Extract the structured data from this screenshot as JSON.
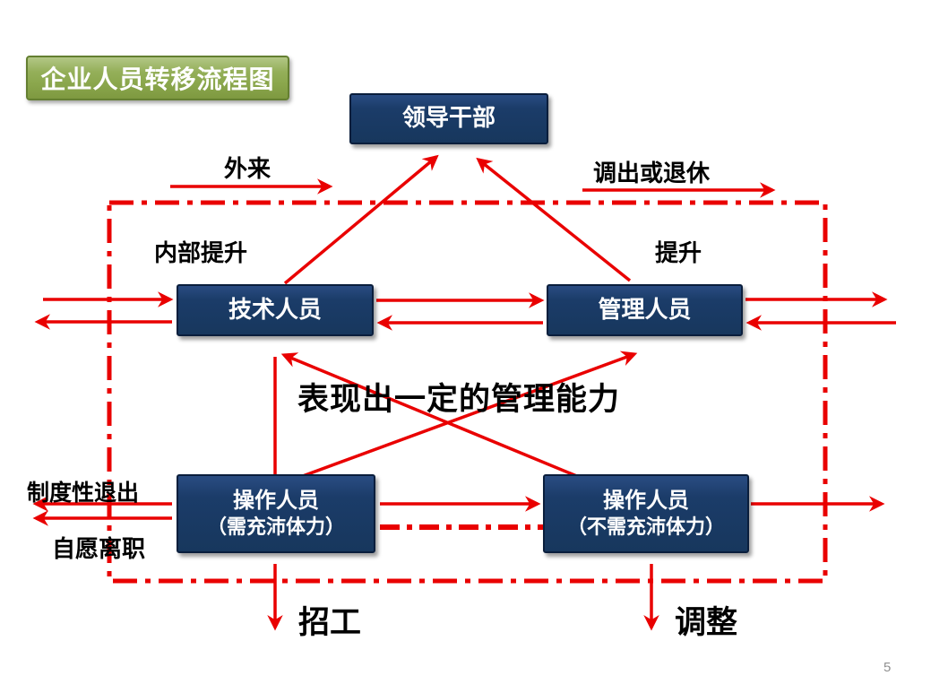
{
  "slide": {
    "page_number": "5"
  },
  "header": {
    "title": "企业人员转移流程图"
  },
  "nodes": {
    "leader": {
      "label": "领导干部"
    },
    "technical": {
      "label": "技术人员"
    },
    "management": {
      "label": "管理人员"
    },
    "operator_strong": {
      "line1": "操作人员",
      "line2": "（需充沛体力）"
    },
    "operator_light": {
      "line1": "操作人员",
      "line2": "（不需充沛体力）"
    }
  },
  "annotations": {
    "external": "外来",
    "transfer_or_retire": "调出或退休",
    "internal_promotion": "内部提升",
    "promotion": "提升",
    "management_ability": "表现出一定的管理能力",
    "institutional_exit": "制度性退出",
    "voluntary_resignation": "自愿离职",
    "recruitment": "招工",
    "adjustment": "调整"
  },
  "colors": {
    "node_fill": "#17375D",
    "node_border": "#0A1E3C",
    "node_text": "#FFFFFF",
    "arrow_red": "#E90000",
    "title_fill": "#8CA84E",
    "title_border": "#647F31",
    "label_text": "#000000",
    "page_number_gray": "#909090"
  }
}
